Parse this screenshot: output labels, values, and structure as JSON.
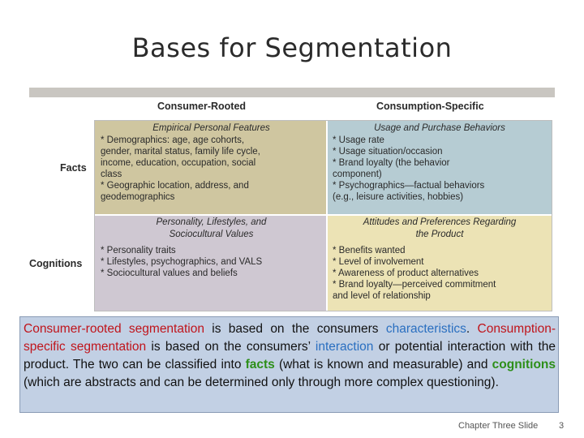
{
  "slide": {
    "title": "Bases for Segmentation",
    "footer_text": "Chapter Three Slide",
    "page_number": "3"
  },
  "figure": {
    "col_headers": [
      "Consumer-Rooted",
      "Consumption-Specific"
    ],
    "row_headers": [
      "Facts",
      "Cognitions"
    ],
    "cells": {
      "facts_consumer": {
        "title": "Empirical Personal Features",
        "lines": [
          "* Demographics: age, age cohorts,",
          "gender, marital status, family life cycle,",
          "income, education, occupation, social",
          "class",
          "* Geographic location, address, and",
          "geodemographics"
        ]
      },
      "facts_consumption": {
        "title": "Usage and Purchase Behaviors",
        "lines": [
          "* Usage rate",
          "* Usage situation/occasion",
          "* Brand loyalty (the behavior",
          "component)",
          "* Psychographics—factual behaviors",
          "(e.g., leisure activities, hobbies)"
        ]
      },
      "cognitions_consumer": {
        "title_line1": "Personality, Lifestyles, and",
        "title_line2": "Sociocultural Values",
        "lines": [
          "* Personality traits",
          "* Lifestyles, psychographics, and VALS",
          "* Sociocultural values and beliefs"
        ]
      },
      "cognitions_consumption": {
        "title_line1": "Attitudes and Preferences Regarding",
        "title_line2": "the Product",
        "lines": [
          "* Benefits wanted",
          "* Level of involvement",
          "* Awareness of product alternatives",
          "* Brand loyalty—perceived commitment",
          "and level of relationship"
        ]
      }
    }
  },
  "caption": {
    "p1": "Consumer-rooted segmentation",
    "p2": " is based on the consumers ",
    "p3": "characteristics",
    "p4": ". ",
    "p5": "Consumption-specific segmentation",
    "p6": " is based on the consumers’ ",
    "p7": "interaction",
    "p8": " or potential interaction with the product. The two can be classified into ",
    "p9": "facts",
    "p10": " (what is known and measurable) and ",
    "p11": "cognitions",
    "p12": " (which are abstracts and can be determined only through more complex questioning)."
  },
  "colors": {
    "facts_consumer_bg": "#cfc6a0",
    "facts_consumption_bg": "#b6ccd3",
    "cognitions_consumer_bg": "#cfc8d2",
    "cognitions_consumption_bg": "#ece3b5",
    "caption_bg": "#c2d0e4",
    "highlight_red": "#c0141b",
    "highlight_blue": "#2a6fc0",
    "highlight_green": "#2d8f19"
  }
}
